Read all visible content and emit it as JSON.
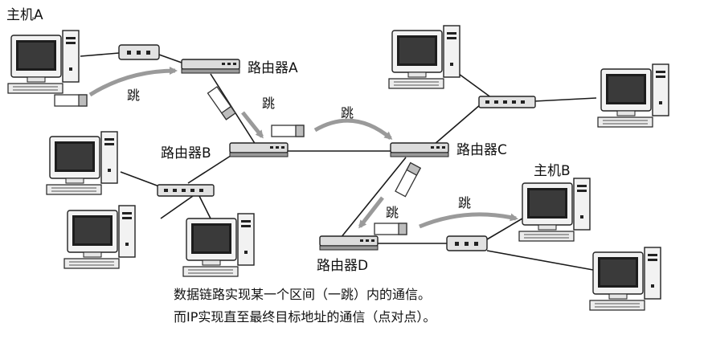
{
  "labels": {
    "host_a": "主机A",
    "host_b": "主机B",
    "router_a": "路由器A",
    "router_b": "路由器B",
    "router_c": "路由器C",
    "router_d": "路由器D",
    "hop": "跳"
  },
  "caption": {
    "line1": "数据链路实现某一个区间（一跳）内的通信。",
    "line2": "而IP实现直至最终目标地址的通信（点对点）。"
  }
}
